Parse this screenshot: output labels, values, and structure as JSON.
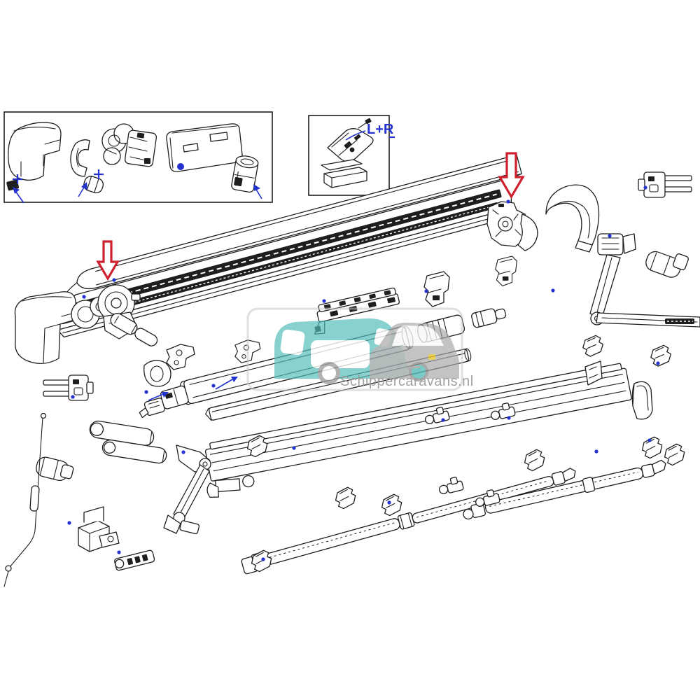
{
  "document": {
    "background": "#ffffff",
    "kind": "exploded-parts-line-diagram"
  },
  "watermark": {
    "text": "Schippercaravans.nl"
  },
  "inset_detail_box": {
    "label": "L+R"
  },
  "colors": {
    "line": "#1e1e1e",
    "blue": "#2433cf",
    "red": "#cf2030",
    "teal": "#4fbdb9",
    "car-gray": "#a7a7a7",
    "text-gray": "#9a9a9a",
    "wm-border": "#c4c4c4",
    "yellow": "#e8c92e"
  },
  "annotations": {
    "red_arrows": [
      {
        "direction": "down",
        "points_to": "drive end bracket at right end of cassette"
      },
      {
        "direction": "down",
        "points_to": "gear hub at left end of cassette"
      }
    ],
    "plus_mark_count": 2,
    "blue_marker_meaning": "assembly points / fitting direction arrows"
  }
}
